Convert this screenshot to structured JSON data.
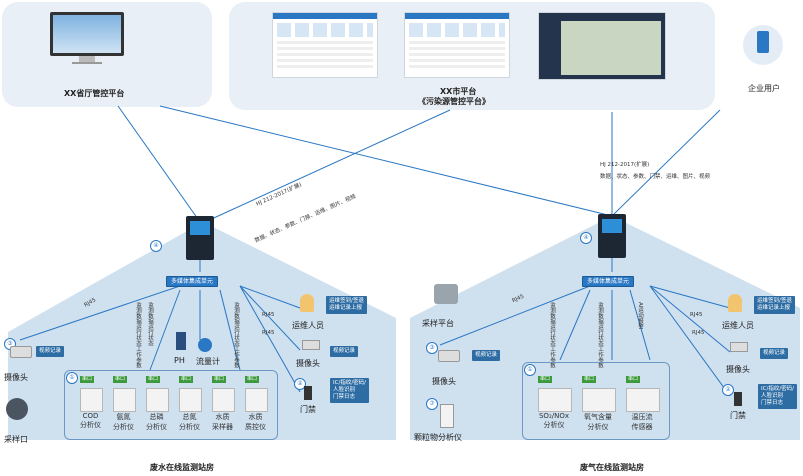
{
  "top": {
    "province_platform": "XX省厅管控平台",
    "city_platform_line1": "XX市平台",
    "city_platform_line2": "《污染源管控平台》",
    "enterprise_user": "企业用户"
  },
  "protocol_right": {
    "line1": "HJ 212-2017(扩展)",
    "line2": "数据、状态、参数、门禁、运维、图片、视频"
  },
  "protocol_left": {
    "line1": "HJ 212-2017(扩展)",
    "line2": "数据、状态、参数、门禁、运维、图片、视频"
  },
  "left_station": {
    "name": "废水在线监测站房",
    "hub_label": "多媒体集成单元",
    "circle4": "④",
    "rs485_camera": "RJ45",
    "rs485_maint": "RJ45",
    "rs485_door": "RJ45",
    "data_link_1": "监测数据运行状态工作参数",
    "data_link_2": "监测数据运行状态",
    "data_link_3": "监测数据运行状态工作参数",
    "camera": "摄像头",
    "camera_tag": "视频记录",
    "sampling_port": "采样口",
    "maint_person": "运维人员",
    "maint_tag": "运维签到/签退\n运维记录上报",
    "camera2": "摄像头",
    "camera2_tag": "视频记录",
    "door": "门禁",
    "door_tag": "IC/指纹/密码/\n人脸识别\n门禁日志",
    "ph": "PH",
    "flowmeter": "流量计",
    "serial": "串口",
    "analyzers": [
      "COD\n分析仪",
      "氨氮\n分析仪",
      "总磷\n分析仪",
      "总氮\n分析仪",
      "水质\n采样器",
      "水质\n质控仪"
    ]
  },
  "right_station": {
    "name": "废气在线监测站房",
    "hub_label": "多媒体集成单元",
    "circle4": "④",
    "rj45_camera": "RJ45",
    "rj45_maint": "RJ45",
    "rj45_door": "RJ45",
    "data_link_1": "监测数据运行状态工作参数",
    "data_link_2": "监测数据运行状态工作参数",
    "data_link_3": "AI运动报警",
    "sampling_platform": "采样平台",
    "camera": "摄像头",
    "camera_tag": "视频记录",
    "particle": "颗粒物分析仪",
    "maint_person": "运维人员",
    "maint_tag": "运维签到/签退\n运维记录上报",
    "camera2": "摄像头",
    "camera2_tag": "视频记录",
    "door": "门禁",
    "door_tag": "IC/指纹/密码/\n人脸识别\n门禁日志",
    "serial": "串口",
    "analyzers": [
      "SO₂/NOx\n分析仪",
      "氧气含量\n分析仪",
      "温压流\n传感器"
    ]
  },
  "colors": {
    "accent": "#2a77c4",
    "panel": "#e9eff6",
    "house": "#cfe0ef"
  }
}
